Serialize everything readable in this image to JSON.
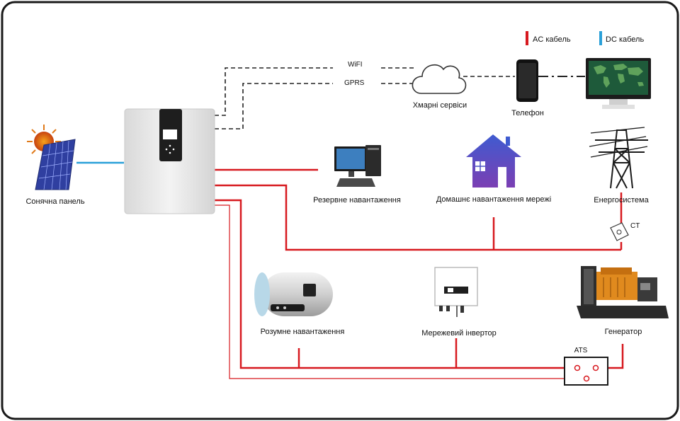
{
  "legend": {
    "ac_label": "AC кабель",
    "dc_label": "DC кабель"
  },
  "labels": {
    "solar_panel": "Сонячна панель",
    "wifi": "WiFI",
    "gprs": "GPRS",
    "cloud": "Хмарні сервіси",
    "phone": "Телефон",
    "backup_load": "Резервне навантаження",
    "home_load": "Домашнє навантаження мережі",
    "grid": "Енергосистема",
    "ct": "CT",
    "smart_load": "Розумне навантаження",
    "grid_inverter": "Мережевий інвертор",
    "generator": "Генератор",
    "ats": "ATS"
  },
  "colors": {
    "ac": "#d7191f",
    "dc": "#2aa0d8",
    "comm": "#222222",
    "frame": "#1a1a1a",
    "house_top": "#3f5bd0",
    "house_bottom": "#7b3fb3"
  },
  "icons": {
    "solar_panel": "solar-panel-icon",
    "inverter": "hybrid-inverter-icon",
    "cloud": "cloud-icon",
    "phone": "smartphone-icon",
    "monitor": "world-map-monitor-icon",
    "computer": "desktop-computer-icon",
    "house": "house-icon",
    "pylon": "power-pylon-icon",
    "ct": "current-transformer-icon",
    "boiler": "water-heater-icon",
    "grid_inverter": "grid-inverter-icon",
    "generator": "diesel-generator-icon",
    "ats": "ats-switch-icon"
  }
}
